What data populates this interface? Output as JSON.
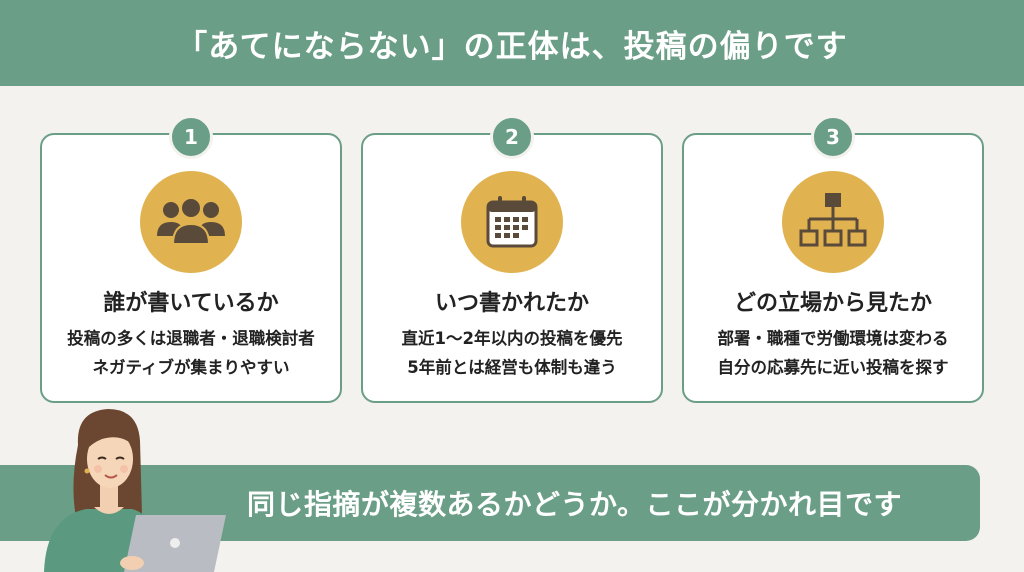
{
  "header": {
    "title": "「あてにならない」の正体は、投稿の偏りです"
  },
  "cards": [
    {
      "number": "1",
      "icon": "people-group-icon",
      "title": "誰が書いているか",
      "line1": "投稿の多くは退職者・退職検討者",
      "line2": "ネガティブが集まりやすい"
    },
    {
      "number": "2",
      "icon": "calendar-icon",
      "title": "いつ書かれたか",
      "line1": "直近1〜2年以内の投稿を優先",
      "line2": "5年前とは経営も体制も違う"
    },
    {
      "number": "3",
      "icon": "org-chart-icon",
      "title": "どの立場から見たか",
      "line1": "部署・職種で労働環境は変わる",
      "line2": "自分の応募先に近い投稿を探す"
    }
  ],
  "footer": {
    "message": "同じ指摘が複数あるかどうか。ここが分かれ目です"
  },
  "colors": {
    "accent_green": "#6a9e87",
    "icon_gold": "#e0b350",
    "icon_dark": "#5a4a3a",
    "background": "#f3f2ee"
  }
}
